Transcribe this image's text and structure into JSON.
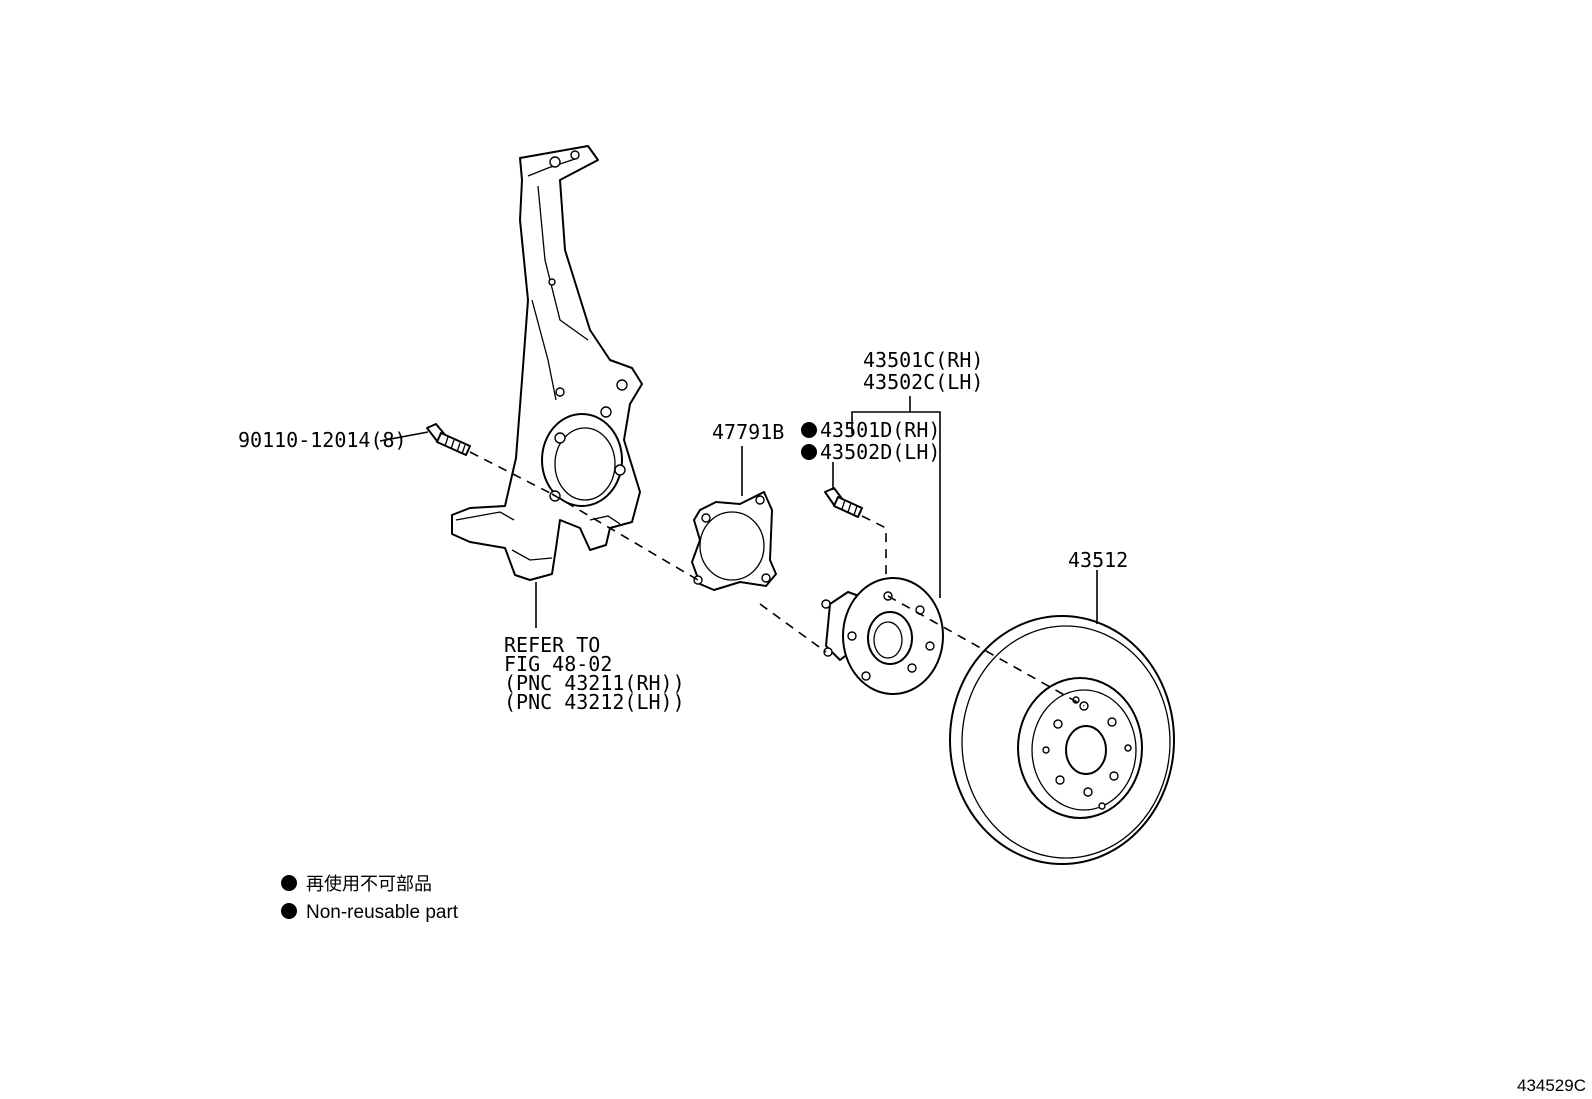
{
  "callouts": {
    "bolt": "90110-12014(8)",
    "knuckle_ref": [
      "REFER TO",
      "FIG 48-02",
      "(PNC 43211(RH))",
      "(PNC 43212(LH))"
    ],
    "dust_cover": "47791B",
    "hub_bearing_rh": "43501C(RH)",
    "hub_bearing_lh": "43502C(LH)",
    "hub_bolt_rh": "43501D(RH)",
    "hub_bolt_lh": "43502D(LH)",
    "disc": "43512"
  },
  "legend": {
    "item_jp": "再使用不可部品",
    "item_en": "Non-reusable part"
  },
  "figure_id": "434529C"
}
